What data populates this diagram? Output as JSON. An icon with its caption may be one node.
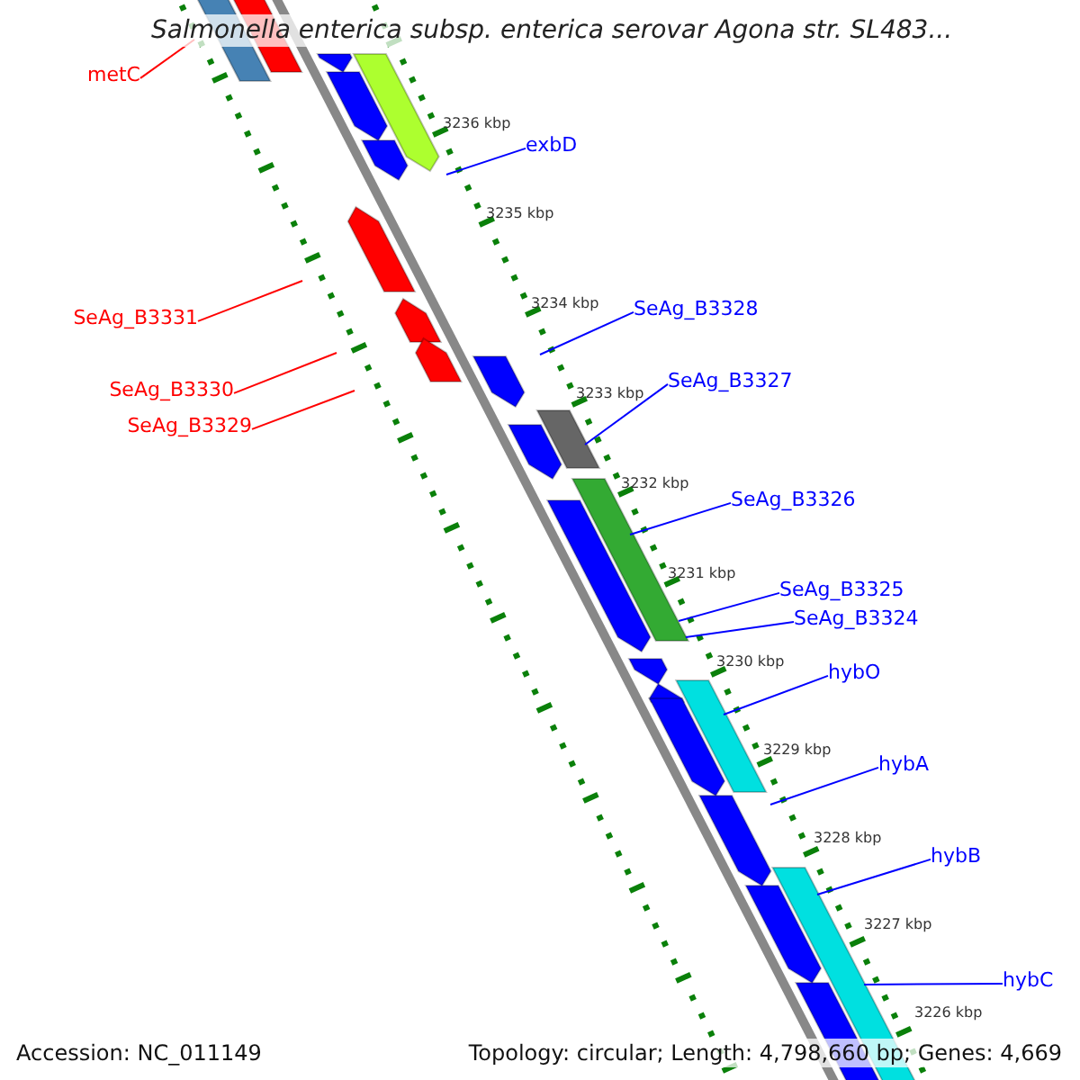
{
  "diagram": {
    "title": "Salmonella enterica subsp. enterica serovar Agona str. SL483...",
    "nodes": [
      {
        "text": [
          "metC"
        ]
      },
      {
        "text": [
          "exbD"
        ]
      },
      {
        "text": [
          "SeAg_B3331"
        ]
      },
      {
        "text": [
          "SeAg_B3328"
        ]
      },
      {
        "text": [
          "SeAg_B3327"
        ]
      },
      {
        "text": [
          "SeAg_B3330"
        ]
      },
      {
        "text": [
          "SeAg_B3329"
        ]
      },
      {
        "text": [
          "SeAg_B3326"
        ]
      },
      {
        "text": [
          "SeAg_B3325"
        ]
      },
      {
        "text": [
          "SeAg_B3324"
        ]
      },
      {
        "text": [
          "hybO"
        ]
      },
      {
        "text": [
          "hybA"
        ]
      },
      {
        "text": [
          "hybB"
        ]
      },
      {
        "text": [
          "hybC"
        ]
      }
    ],
    "edges": [
      {
        "from": 0,
        "to": null,
        "arrow": "none",
        "color": "#ff0000"
      },
      {
        "from": 1,
        "to": null,
        "arrow": "none"
      },
      {
        "from": 2,
        "to": null,
        "arrow": "none",
        "color": "#ff0000"
      },
      {
        "from": 3,
        "to": null,
        "arrow": "none"
      },
      {
        "from": 4,
        "to": null,
        "arrow": "none"
      },
      {
        "from": 5,
        "to": null,
        "arrow": "none",
        "color": "#ff0000"
      },
      {
        "from": 6,
        "to": null,
        "arrow": "none",
        "color": "#ff0000"
      },
      {
        "from": 7,
        "to": null,
        "arrow": "none"
      },
      {
        "from": 8,
        "to": null,
        "arrow": "none"
      },
      {
        "from": 9,
        "to": null,
        "arrow": "none"
      },
      {
        "from": 10,
        "to": null,
        "arrow": "none"
      },
      {
        "from": 11,
        "to": null,
        "arrow": "none"
      },
      {
        "from": 12,
        "to": null,
        "arrow": "none"
      },
      {
        "from": 13,
        "to": null,
        "arrow": "none"
      }
    ],
    "labels": [
      "3236 kbp",
      "3235 kbp",
      "3234 kbp",
      "3233 kbp",
      "3232 kbp",
      "3231 kbp",
      "3230 kbp",
      "3229 kbp",
      "3228 kbp",
      "3227 kbp",
      "3226 kbp",
      "Accession: NC_011149",
      "Topology: circular; Length: 4,798,660 bp; Genes: 4,669"
    ]
  }
}
